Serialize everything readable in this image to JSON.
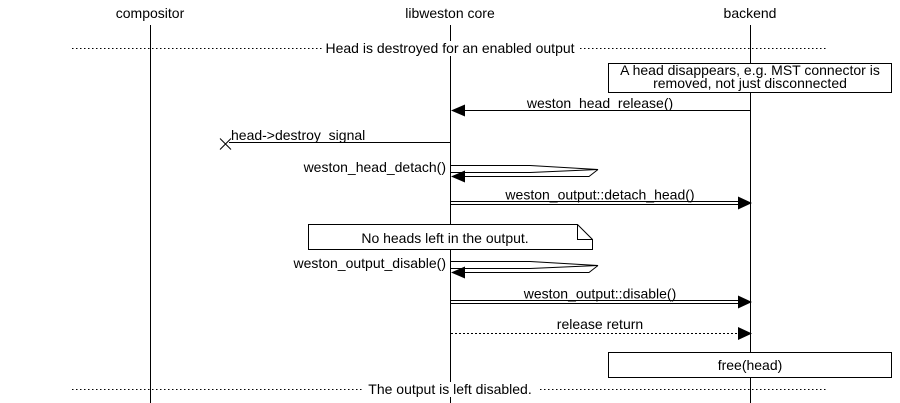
{
  "diagram": {
    "type": "uml-sequence",
    "actors": [
      {
        "label": "compositor"
      },
      {
        "label": "libweston core"
      },
      {
        "label": "backend"
      }
    ],
    "dividers": [
      {
        "label": "Head is destroyed for an enabled output"
      },
      {
        "label": "The output is left disabled."
      }
    ],
    "notes": [
      {
        "shape": "box",
        "lines": [
          "A head disappears, e.g. MST connector is",
          "removed, not just disconnected"
        ]
      },
      {
        "shape": "folded-note",
        "lines": [
          "No heads left in the output."
        ]
      },
      {
        "shape": "box",
        "lines": [
          "free(head)"
        ]
      }
    ],
    "messages": [
      {
        "label": "weston_head_release()",
        "from": "backend",
        "to": "libweston core",
        "line": "solid",
        "arrow": "filled"
      },
      {
        "label": "head->destroy_signal",
        "from": "libweston core",
        "to": "lost",
        "line": "solid",
        "arrow": "cross"
      },
      {
        "label": "weston_head_detach()",
        "from": "libweston core",
        "to": "libweston core",
        "line": "solid",
        "arrow": "self"
      },
      {
        "label": "weston_output::detach_head()",
        "from": "libweston core",
        "to": "backend",
        "line": "double",
        "arrow": "filled"
      },
      {
        "label": "weston_output_disable()",
        "from": "libweston core",
        "to": "libweston core",
        "line": "solid",
        "arrow": "self"
      },
      {
        "label": "weston_output::disable()",
        "from": "libweston core",
        "to": "backend",
        "line": "double",
        "arrow": "filled"
      },
      {
        "label": "release return",
        "from": "libweston core",
        "to": "backend",
        "line": "dotted",
        "arrow": "filled"
      }
    ],
    "colors": {
      "foreground": "#000000",
      "background": "#ffffff"
    }
  }
}
